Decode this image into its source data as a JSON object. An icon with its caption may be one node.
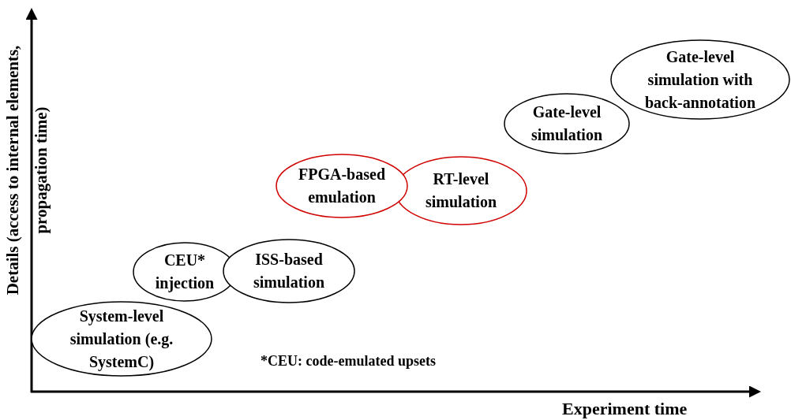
{
  "diagram": {
    "nodes": [
      {
        "text": [
          "System-level simulation (e.g. SystemC)"
        ]
      },
      {
        "text": [
          "CEU* injection"
        ]
      },
      {
        "text": [
          "ISS-based simulation"
        ]
      },
      {
        "text": [
          "FPGA-based emulation"
        ]
      },
      {
        "text": [
          "RT-level simulation"
        ]
      },
      {
        "text": [
          "Gate-level simulation"
        ]
      },
      {
        "text": [
          "Gate-level simulation with back-annotation"
        ]
      }
    ],
    "edges": [],
    "labels": [
      "Details (access to internal elements, propagation time)",
      "Experiment time",
      "*CEU: code-emulated upsets"
    ]
  }
}
